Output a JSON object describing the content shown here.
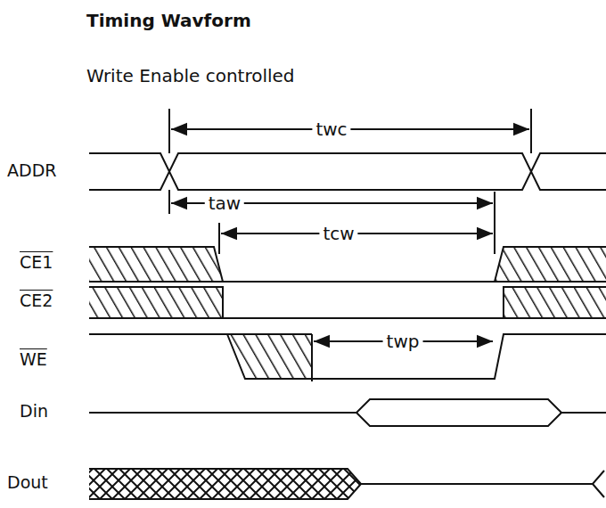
{
  "diagram": {
    "title": "Timing Wavform",
    "labels": [
      "Write Enable controlled",
      "twc",
      "ADDR",
      "taw",
      "tcw",
      "CE1",
      "CE2",
      "twp",
      "WE",
      "Din",
      "Dout"
    ]
  }
}
